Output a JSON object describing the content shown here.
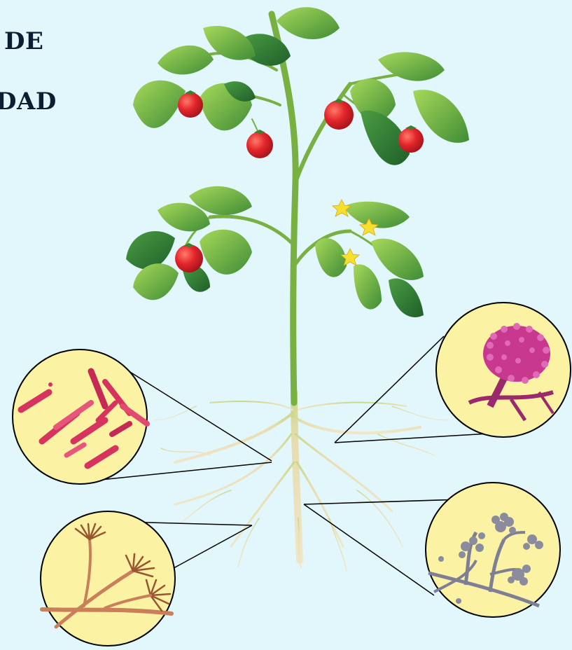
{
  "title": {
    "line1": "DE",
    "line2": "DAD"
  },
  "colors": {
    "background": "#e2f7fc",
    "stem": "#7fb545",
    "leaf_light": "#8cc63f",
    "leaf_dark": "#3d8a3a",
    "tomato": "#e0252a",
    "flower": "#f6e034",
    "root": "#e3d5a8",
    "circle_fill": "#fbf3a3",
    "bacteria": "#d6335f",
    "mold_pink": "#c8388e",
    "mold_brown": "#b06a3a",
    "mold_grey": "#8a8c9e"
  },
  "insets": [
    {
      "name": "bacteria-inset",
      "icon": "rod-bacteria-icon"
    },
    {
      "name": "pink-mold-inset",
      "icon": "sporangium-pink-icon"
    },
    {
      "name": "brown-mold-inset",
      "icon": "hyphae-brown-icon"
    },
    {
      "name": "grey-mold-inset",
      "icon": "conidia-grey-icon"
    }
  ]
}
